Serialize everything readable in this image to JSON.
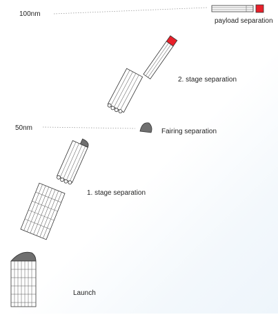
{
  "altitude_markers": [
    {
      "label": "100nm"
    },
    {
      "label": "50nm"
    }
  ],
  "stage_labels": {
    "payload": "payload separation",
    "stage2": "2. stage separation",
    "fairing": "Fairing separation",
    "stage1": "1. stage separation",
    "launch": "Launch"
  },
  "colors": {
    "payload": "#e8202a",
    "fairing": "#6f6f6f",
    "outline": "#333333"
  }
}
